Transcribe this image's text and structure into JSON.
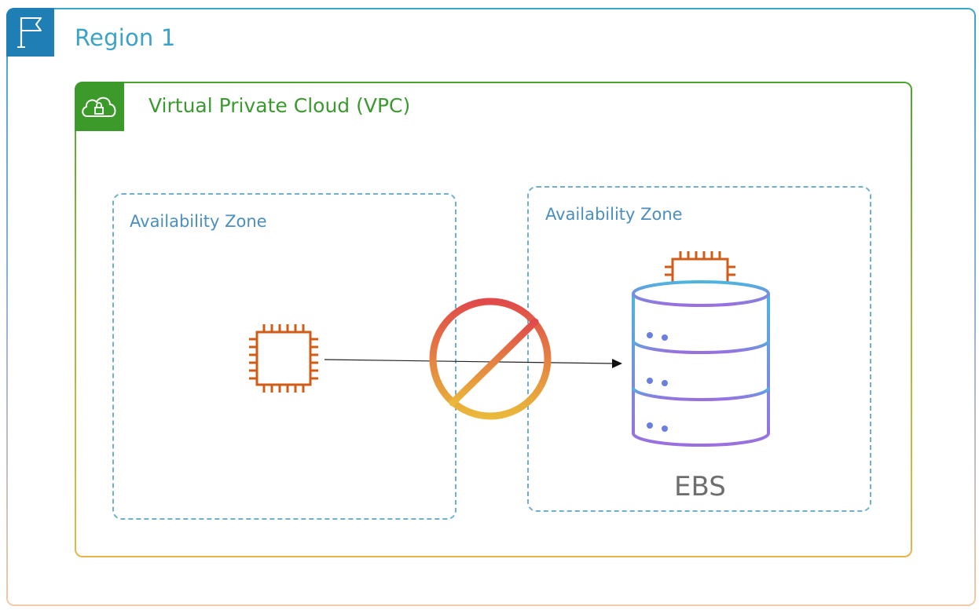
{
  "region": {
    "title": "Region 1",
    "icon": "flag-icon"
  },
  "vpc": {
    "title": "Virtual Private Cloud (VPC)",
    "icon": "cloud-lock-icon"
  },
  "zones": [
    {
      "label": "Availability Zone"
    },
    {
      "label": "Availability Zone"
    }
  ],
  "ebs": {
    "label": "EBS"
  },
  "colors": {
    "region_accent": "#1f7fb5",
    "vpc_accent": "#3c9a2b",
    "ec2_orange": "#d05c17",
    "zone_border": "#6fb0cf"
  }
}
